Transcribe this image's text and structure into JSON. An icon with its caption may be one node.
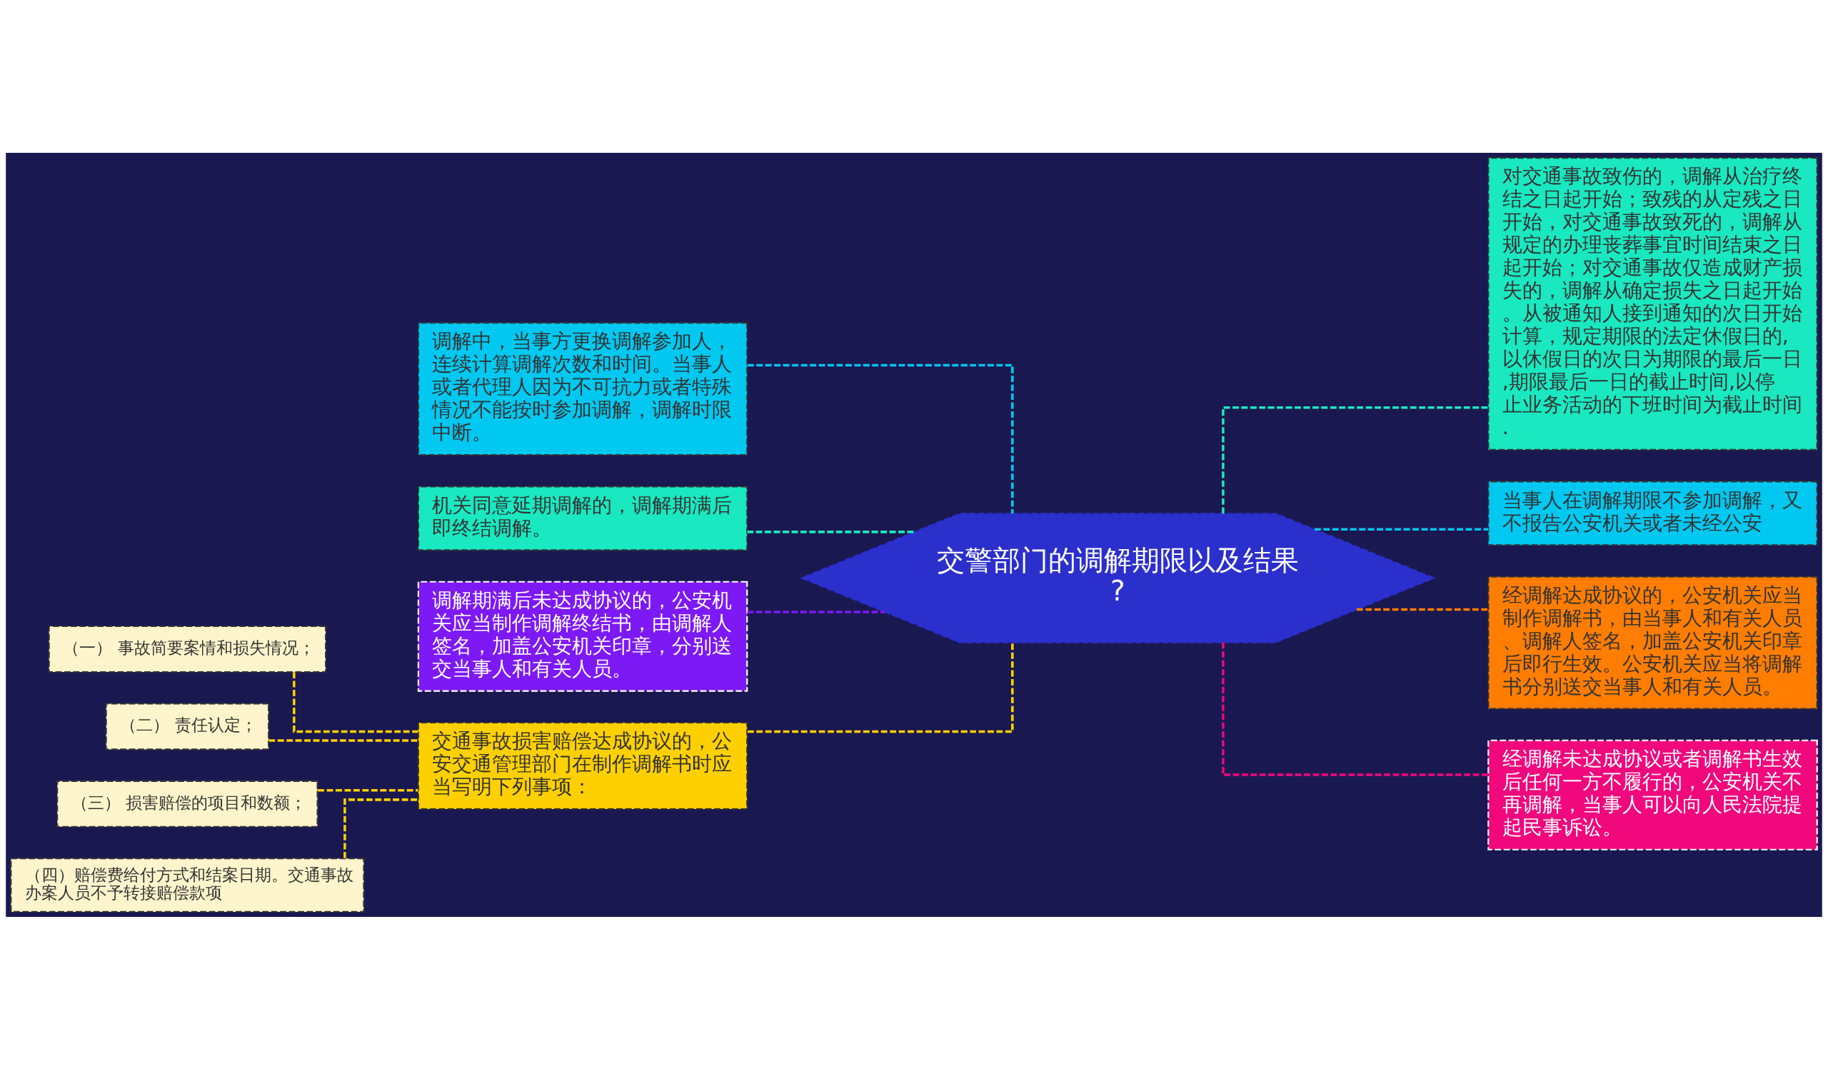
{
  "diagram": {
    "nodes": [
      {
        "text": [
          "交警部门的调解期限以及结果?"
        ]
      },
      {
        "text": [
          "调解中，当事方更换调解参加人，连续计算调解次数和时间。当事人或者代理人因为不可抗力或者特殊情况不能按时参加调解，调解时限中断。"
        ]
      },
      {
        "text": [
          "机关同意延期调解的，调解期满后即终结调解。"
        ]
      },
      {
        "text": [
          "调解期满后未达成协议的，公安机关应当制作调解终结书，由调解人签名，加盖公安机关印章，分别送交当事人和有关人员。"
        ]
      },
      {
        "text": [
          "交通事故损害赔偿达成协议的，公安交通管理部门在制作调解书时应当写明下列事项："
        ]
      },
      {
        "text": [
          "（一） 事故简要案情和损失情况；"
        ]
      },
      {
        "text": [
          "（二） 责任认定；"
        ]
      },
      {
        "text": [
          "（三） 损害赔偿的项目和数额；"
        ]
      },
      {
        "text": [
          "（四）赔偿费给付方式和结案日期。交通事故办案人员不予转接赔偿款项"
        ]
      },
      {
        "text": [
          "对交通事故致伤的，调解从治疗终结之日起开始；致残的从定残之日开始，对交通事故致死的，调解从规定的办理丧葬事宜时间结束之日起开始；对交通事故仅造成财产损失的，调解从确定损失之日起开始。从被通知人接到通知的次日开始计算，规定期限的法定休假日的,以休假日的次日为期限的最后一日,期限最后一日的截止时间,以停止业务活动的下班时间为截止时间."
        ]
      },
      {
        "text": [
          "当事人在调解期限不参加调解，又不报告公安机关或者未经公安"
        ]
      },
      {
        "text": [
          "经调解达成协议的，公安机关应当制作调解书，由当事人和有关人员、调解人签名，加盖公安机关印章后即行生效。公安机关应当将调解书分别送交当事人和有关人员。"
        ]
      },
      {
        "text": [
          "经调解未达成协议或者调解书生效后任何一方不履行的，公安机关不再调解，当事人可以向人民法院提起民事诉讼。"
        ]
      }
    ],
    "edges": [
      {
        "from": 1,
        "to": 0,
        "arrow": "none",
        "style": "dashed",
        "color": "#00c8f0"
      },
      {
        "from": 2,
        "to": 0,
        "arrow": "none",
        "style": "dashed",
        "color": "#19e8c0"
      },
      {
        "from": 3,
        "to": 0,
        "arrow": "none",
        "style": "dashed",
        "color": "#7d19f5"
      },
      {
        "from": 4,
        "to": 0,
        "arrow": "none",
        "style": "dashed",
        "color": "#ffd000"
      },
      {
        "from": 5,
        "to": 4,
        "arrow": "none",
        "style": "dashed",
        "color": "#ffd000"
      },
      {
        "from": 6,
        "to": 4,
        "arrow": "none",
        "style": "dashed",
        "color": "#ffd000"
      },
      {
        "from": 7,
        "to": 4,
        "arrow": "none",
        "style": "dashed",
        "color": "#ffd000"
      },
      {
        "from": 8,
        "to": 4,
        "arrow": "none",
        "style": "dashed",
        "color": "#ffd000"
      },
      {
        "from": 0,
        "to": 9,
        "arrow": "none",
        "style": "dashed",
        "color": "#19e8c0"
      },
      {
        "from": 0,
        "to": 10,
        "arrow": "none",
        "style": "dashed",
        "color": "#00c8f0"
      },
      {
        "from": 0,
        "to": 11,
        "arrow": "none",
        "style": "dashed",
        "color": "#ff7d00"
      },
      {
        "from": 0,
        "to": 12,
        "arrow": "none",
        "style": "dashed",
        "color": "#f0087c"
      }
    ]
  }
}
